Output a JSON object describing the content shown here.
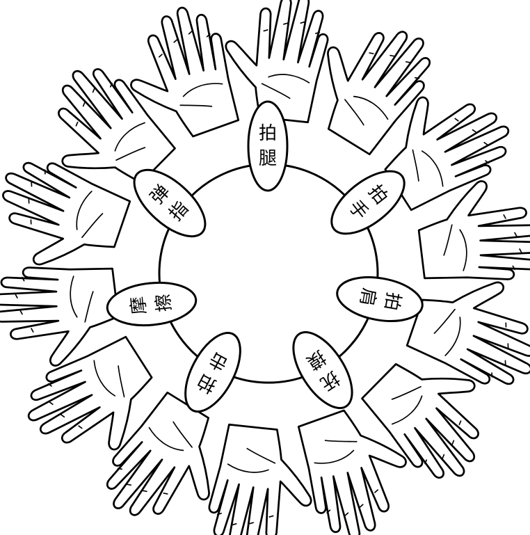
{
  "diagram": {
    "labels": [
      {
        "id": "pai-tui",
        "chars": [
          "拍",
          "腿"
        ]
      },
      {
        "id": "pai-shou",
        "chars": [
          "拍",
          "手"
        ]
      },
      {
        "id": "pai-jian",
        "chars": [
          "拍",
          "肩"
        ]
      },
      {
        "id": "fu-mo",
        "chars": [
          "抚",
          "摸"
        ]
      },
      {
        "id": "pai-ji",
        "chars": [
          "拍",
          "击"
        ]
      },
      {
        "id": "mo-ca",
        "chars": [
          "摩",
          "擦"
        ]
      },
      {
        "id": "tan-zhi",
        "chars": [
          "弹",
          "指"
        ]
      }
    ]
  }
}
